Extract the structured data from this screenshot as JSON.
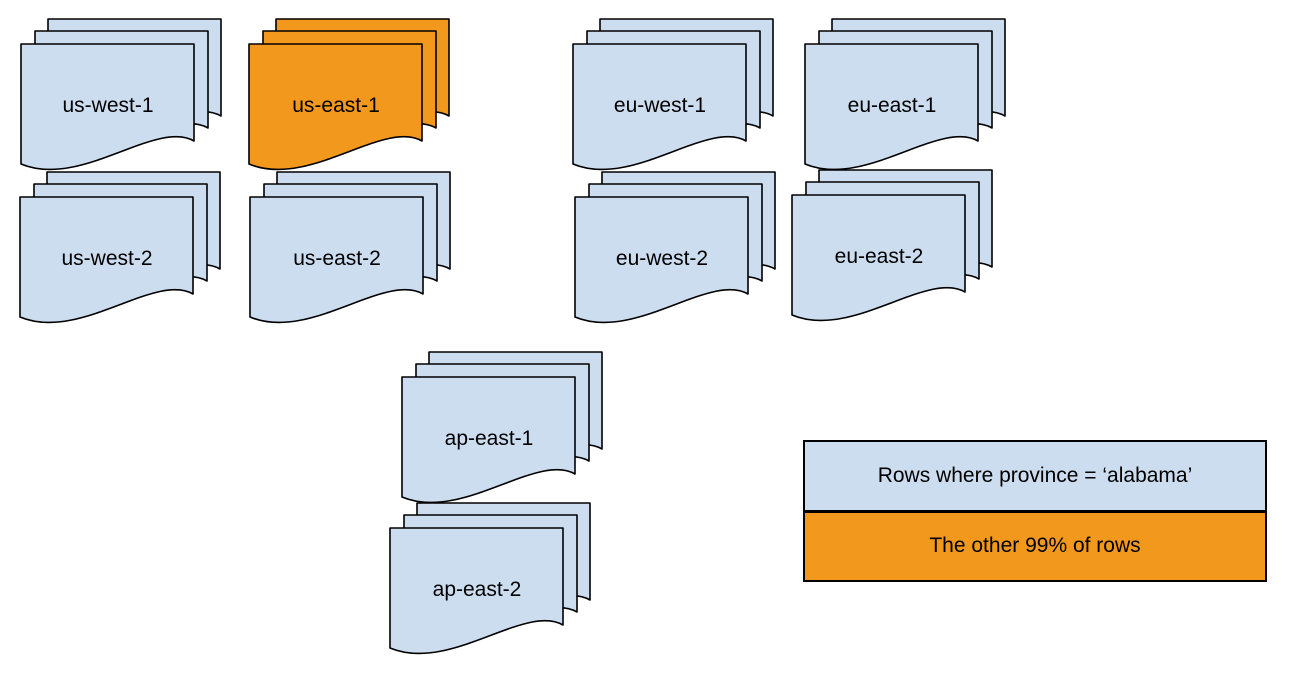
{
  "diagram": {
    "stacks": [
      {
        "label": "us-west-1",
        "highlighted": false
      },
      {
        "label": "us-east-1",
        "highlighted": true
      },
      {
        "label": "eu-west-1",
        "highlighted": false
      },
      {
        "label": "eu-east-1",
        "highlighted": false
      },
      {
        "label": "us-west-2",
        "highlighted": false
      },
      {
        "label": "us-east-2",
        "highlighted": false
      },
      {
        "label": "eu-west-2",
        "highlighted": false
      },
      {
        "label": "eu-east-2",
        "highlighted": false
      },
      {
        "label": "ap-east-1",
        "highlighted": false
      },
      {
        "label": "ap-east-2",
        "highlighted": false
      }
    ],
    "legend": {
      "items": [
        {
          "label": "Rows where province = ‘alabama’",
          "color": "#cdddf0"
        },
        {
          "label": "The other 99% of rows",
          "color": "#f2981d"
        }
      ]
    },
    "colors": {
      "document_blue": "#cdddf0",
      "document_orange": "#f2981d",
      "outline": "#000000"
    }
  }
}
